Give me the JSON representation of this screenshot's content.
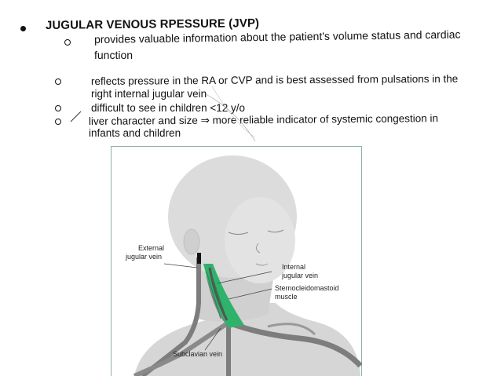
{
  "heading": "JUGULAR VENOUS RPESSURE (JVP)",
  "bullets": [
    {
      "line1": "provides valuable information about the patient's volume status and cardiac",
      "line2": "function"
    },
    {
      "line1": "reflects pressure in the RA or CVP and is best assessed from pulsations in the",
      "line2": "right internal jugular vein"
    },
    {
      "line1": "difficult to see in children <12 y/o"
    },
    {
      "line1": "liver character and size ⇒ more reliable indicator of systemic congestion in",
      "line2": "infants and children"
    }
  ],
  "figure": {
    "labels": {
      "external": "External\njugular vein",
      "external_l1": "External",
      "external_l2": "jugular vein",
      "internal_l1": "Internal",
      "internal_l2": "jugular vein",
      "scm_l1": "Sternocleidomastoid",
      "scm_l2": "muscle",
      "subclavian": "Subclavian vein"
    },
    "colors": {
      "muscle": "#2fb36a",
      "skin": "#d9d9d9",
      "vein": "#7d7d7d",
      "border": "#8fb0a8"
    }
  }
}
